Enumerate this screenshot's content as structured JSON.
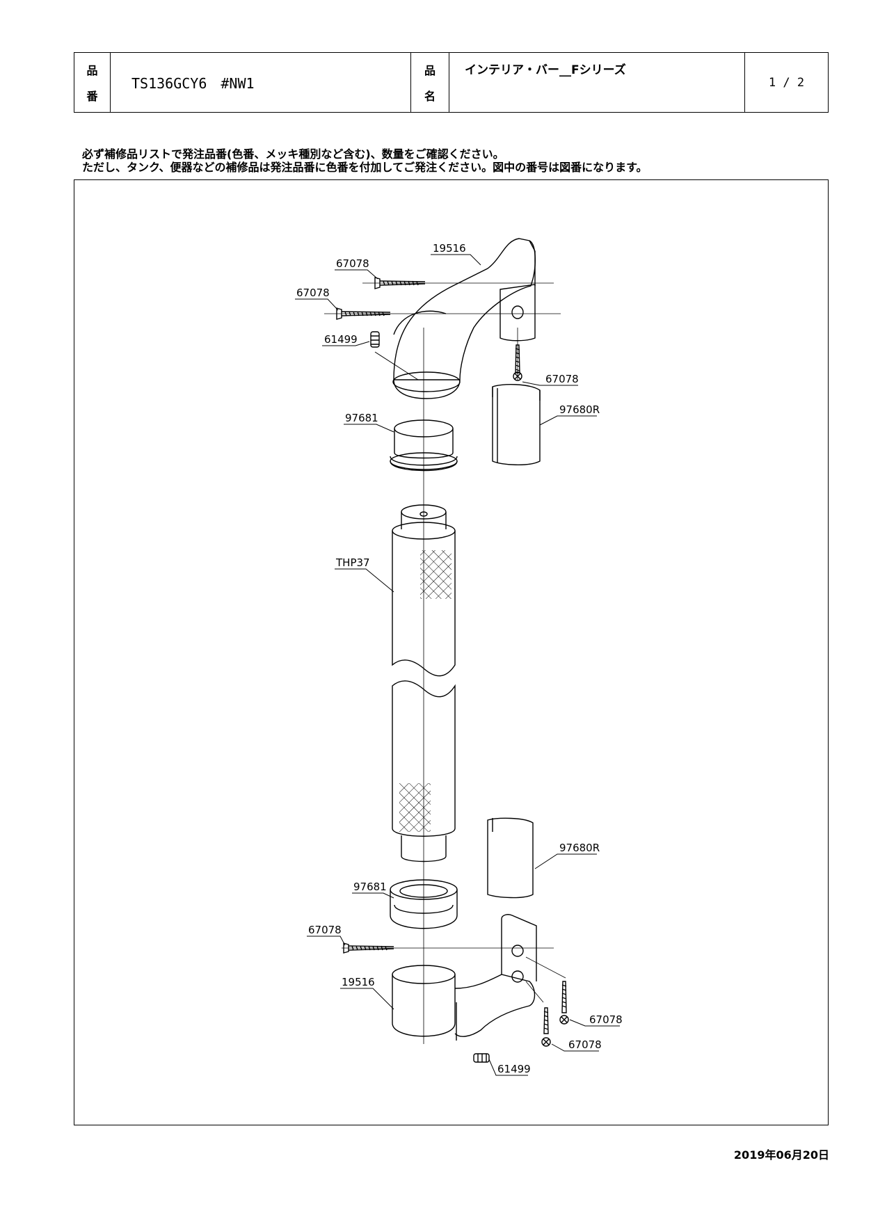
{
  "header": {
    "product_number_label": [
      "品",
      "番"
    ],
    "product_number": "TS136GCY6　#NW1",
    "product_name_label": [
      "品",
      "名"
    ],
    "product_name": "インテリア・バー__Fシリーズ",
    "page": "1 / 2"
  },
  "notice": [
    "必ず補修品リストで発注品番(色番、メッキ種別など含む)、数量をご確認ください。",
    "ただし、タンク、便器などの補修品は発注品番に色番を付加してご発注ください。図中の番号は図番になります。"
  ],
  "parts": {
    "bracket_top": "19516",
    "screw_a": "67078",
    "screw_b": "67078",
    "set_screw_top": "61499",
    "screw_c": "67078",
    "cover_top": "97680R",
    "cap_top": "97681",
    "bar": "THP37",
    "cover_bottom": "97680R",
    "cap_bottom": "97681",
    "screw_d": "67078",
    "bracket_bottom": "19516",
    "screw_e": "67078",
    "screw_f": "67078",
    "set_screw_bottom": "61499"
  },
  "date": "2019年06月20日"
}
